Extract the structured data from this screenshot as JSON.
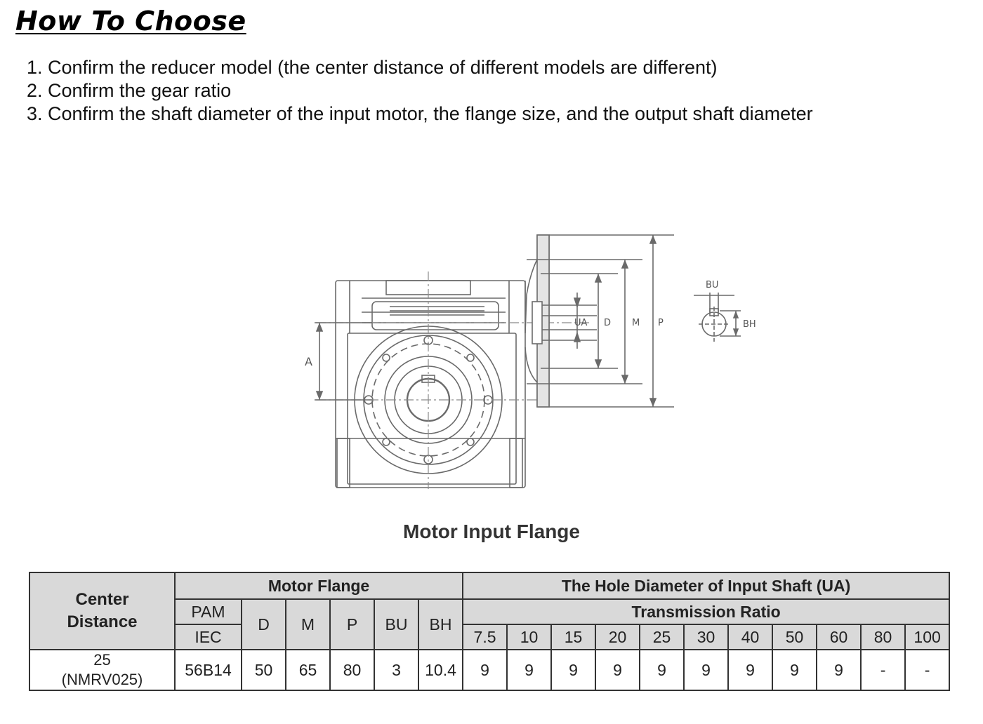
{
  "heading": "How To Choose",
  "steps": [
    "1. Confirm the reducer model (the center distance of different models are different)",
    "2. Confirm the gear ratio",
    "3. Confirm the shaft diameter of the input motor, the flange size, and the output shaft diameter"
  ],
  "drawing": {
    "labels": {
      "A": "A",
      "UA": "UA",
      "D": "D",
      "M": "M",
      "P": "P",
      "BU": "BU",
      "BH": "BH"
    }
  },
  "caption": "Motor Input Flange",
  "table": {
    "center_distance_header": [
      "Center",
      "Distance"
    ],
    "motor_flange_header": "Motor Flange",
    "pam": "PAM",
    "iec": "IEC",
    "flange_cols": [
      "D",
      "M",
      "P",
      "BU",
      "BH"
    ],
    "hole_header": "The Hole Diameter of Input Shaft (UA)",
    "ratio_header": "Transmission Ratio",
    "ratios": [
      "7.5",
      "10",
      "15",
      "20",
      "25",
      "30",
      "40",
      "50",
      "60",
      "80",
      "100"
    ],
    "row": {
      "center_distance": "25",
      "model": "(NMRV025)",
      "pam_iec": "56B14",
      "D": "50",
      "M": "65",
      "P": "80",
      "BU": "3",
      "BH": "10.4",
      "ua": [
        "9",
        "9",
        "9",
        "9",
        "9",
        "9",
        "9",
        "9",
        "9",
        "-",
        "-"
      ]
    }
  }
}
